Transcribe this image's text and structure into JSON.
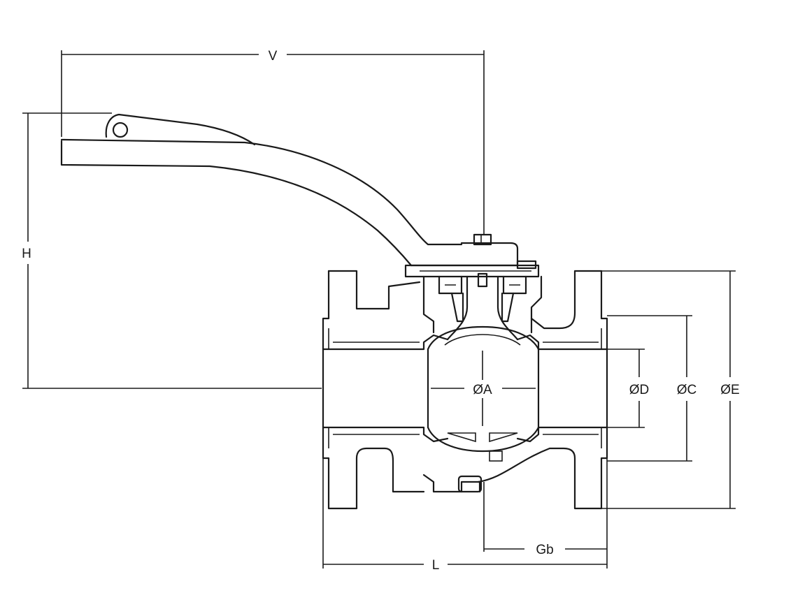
{
  "labels": {
    "V": "V",
    "H": "H",
    "A": "ØA",
    "D": "ØD",
    "C": "ØC",
    "E": "ØE",
    "Gb": "Gb",
    "L": "L"
  },
  "colors": {
    "line": "#1a1a1a",
    "background": "#ffffff"
  }
}
